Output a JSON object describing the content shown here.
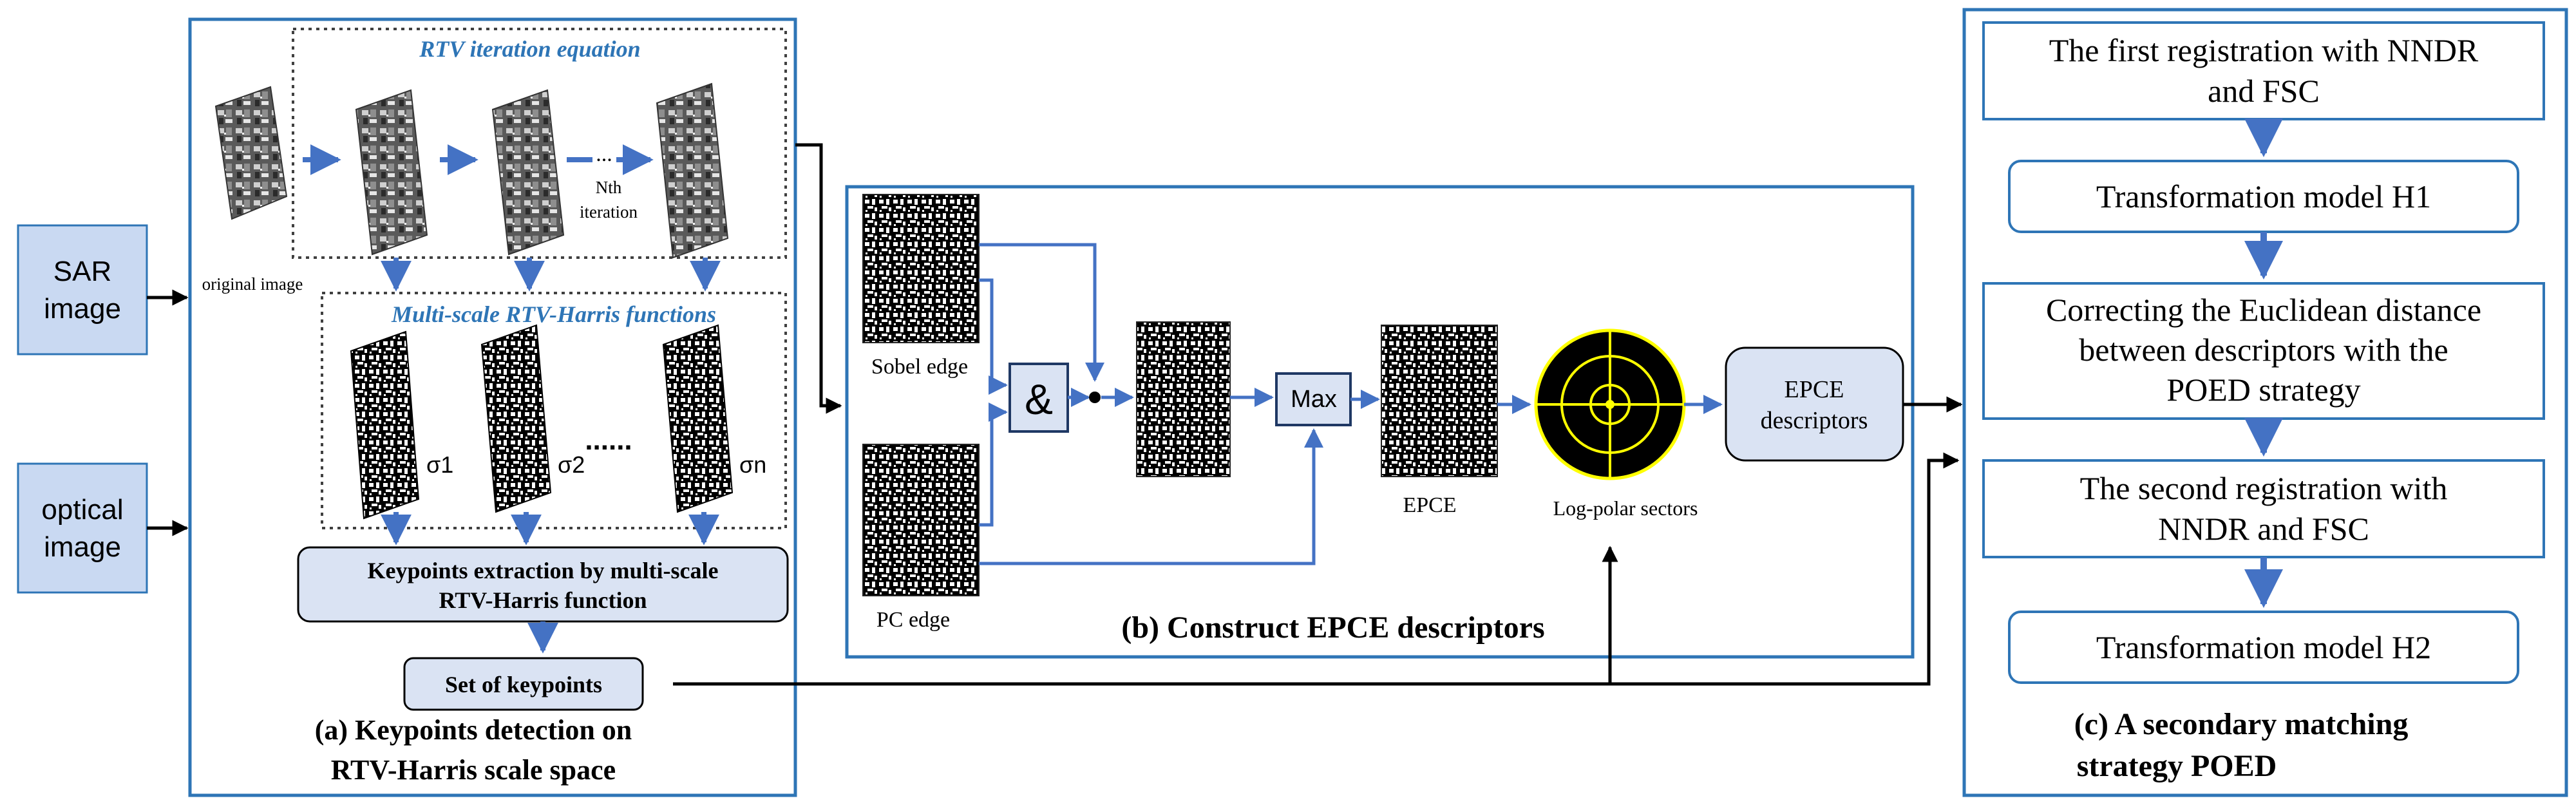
{
  "inputs": {
    "sar": [
      "SAR",
      "image"
    ],
    "optical": [
      "optical",
      "image"
    ]
  },
  "panel_a": {
    "rtv_title": "RTV iteration equation",
    "original_label": "original image",
    "iteration_label": [
      "Nth",
      "iteration"
    ],
    "harris_title": "Multi-scale RTV-Harris functions",
    "sigma_labels": [
      "σ1",
      "σ2",
      "σn"
    ],
    "dots": "......",
    "ellipsis_arrow": "...",
    "extraction_box": [
      "Keypoints extraction by multi-scale",
      "RTV-Harris function"
    ],
    "keypoints_box": "Set of keypoints",
    "caption": [
      "(a)  Keypoints detection on",
      "RTV-Harris scale space"
    ]
  },
  "panel_b": {
    "sobel_label": "Sobel edge",
    "pc_label": "PC edge",
    "and_symbol": "&",
    "max_label": "Max",
    "epce_label": "EPCE",
    "logpolar_label": "Log-polar sectors",
    "descriptor_box": [
      "EPCE",
      "descriptors"
    ],
    "caption": "(b) Construct EPCE descriptors"
  },
  "panel_c": {
    "step1": [
      "The first registration with NNDR",
      "and FSC"
    ],
    "step2": "Transformation model H1",
    "step3": [
      "Correcting the Euclidean distance",
      "between descriptors with the",
      "POED strategy"
    ],
    "step4": [
      "The second registration with",
      "NNDR and FSC"
    ],
    "step5": "Transformation model H2",
    "caption": [
      "(c) A secondary matching",
      "strategy POED"
    ]
  },
  "colors": {
    "panel_border": "#2E75B6",
    "blue_text": "#2E75B6",
    "arrow_blue": "#4472C4",
    "box_fill": "#DAE3F3",
    "box_border": "#1F3864",
    "input_fill": "#C9D9F2",
    "logpolar_grid": "#FFFF00"
  }
}
